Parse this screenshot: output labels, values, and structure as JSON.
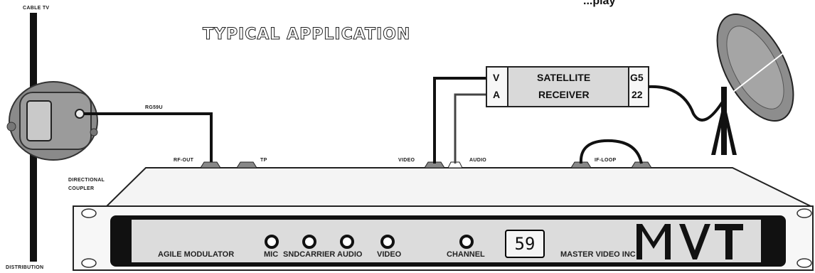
{
  "title": "TYPICAL APPLICATION",
  "top_right_partial": "...play",
  "labels": {
    "cable_tv": "CABLE TV",
    "distribution": "DISTRIBUTION",
    "directional_coupler_1": "DIRECTIONAL",
    "directional_coupler_2": "COUPLER",
    "rg59u": "RG59U",
    "rf_out": "RF-OUT",
    "tp": "TP",
    "video": "VIDEO",
    "audio": "AUDIO",
    "if_loop": "IF-LOOP"
  },
  "receiver": {
    "v": "V",
    "a": "A",
    "line1": "SATELLITE",
    "line2": "RECEIVER",
    "model1": "G5",
    "model2": "22"
  },
  "panel": {
    "agile_modulator": "AGILE MODULATOR",
    "mic": "MIC",
    "sndcarrier": "SNDCARRIER",
    "audio": "AUDIO",
    "video": "VIDEO",
    "channel": "CHANNEL",
    "display": "59",
    "maker": "MASTER VIDEO INC",
    "logo": "MVT"
  }
}
